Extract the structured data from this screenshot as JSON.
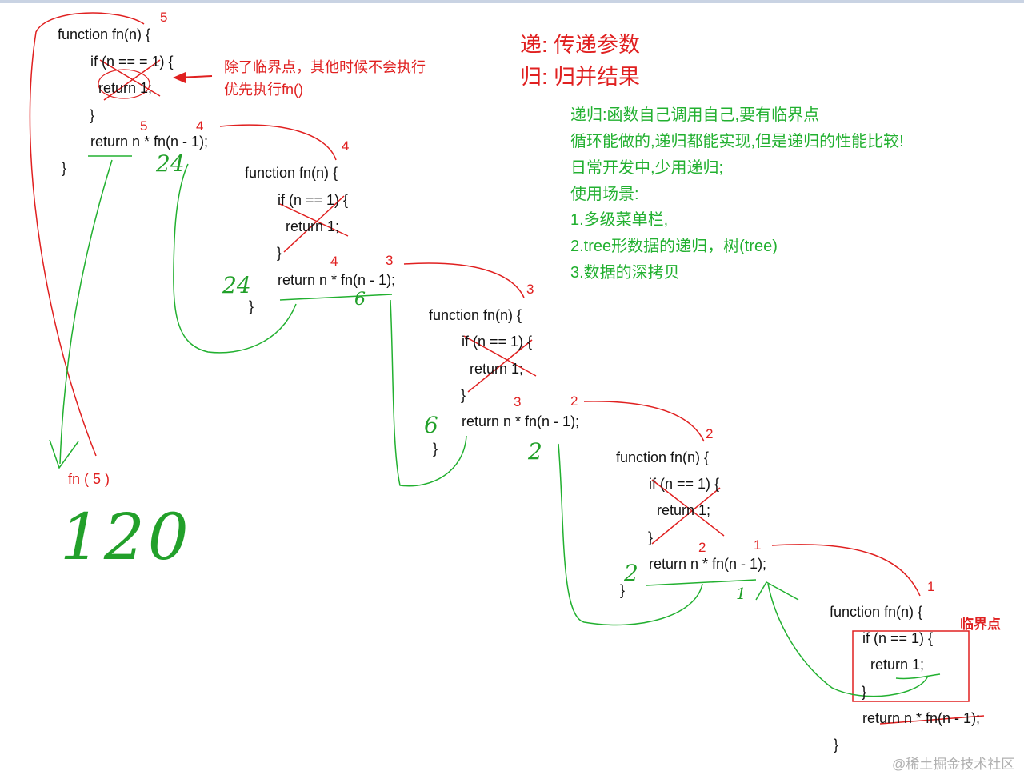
{
  "blocks": [
    {
      "fn": "function fn(n) {",
      "cond": "if (n == = 1) {",
      "ret1": "return 1;",
      "close1": "}",
      "rec": "return n * fn(n - 1);",
      "close2": "}"
    },
    {
      "fn": "function fn(n) {",
      "cond": "if (n == 1) {",
      "ret1": "return 1;",
      "close1": "}",
      "rec": "return n * fn(n - 1);",
      "close2": "}"
    },
    {
      "fn": "function fn(n) {",
      "cond": "if (n == 1) {",
      "ret1": "return 1;",
      "close1": "}",
      "rec": "return n * fn(n - 1);",
      "close2": "}"
    },
    {
      "fn": "function fn(n) {",
      "cond": "if (n == 1) {",
      "ret1": "return 1;",
      "close1": "}",
      "rec": "return n * fn(n - 1);",
      "close2": "}"
    },
    {
      "fn": "function fn(n) {",
      "cond": "if (n == 1) {",
      "ret1": "return 1;",
      "close1": "}",
      "rec": "return n * fn(n - 1);",
      "close2": "}"
    }
  ],
  "annotations": {
    "critical_note_line1": "除了临界点，其他时候不会执行",
    "critical_note_line2": "优先执行fn()",
    "di": "递: 传递参数",
    "gui": "归: 归并结果",
    "critical_label": "临界点",
    "call": "fn ( 5 )",
    "result": "120"
  },
  "notes": [
    "递归:函数自己调用自己,要有临界点",
    "循环能做的,递归都能实现,但是递归的性能比较!",
    "日常开发中,少用递归;",
    "使用场景:",
    "1.多级菜单栏,",
    "2.tree形数据的递归，树(tree)",
    "3.数据的深拷贝"
  ],
  "numbers": {
    "b1_top": "5",
    "b1_n": "5",
    "b1_arg": "4",
    "b2_top": "4",
    "b2_n": "4",
    "b2_arg": "3",
    "b3_top": "3",
    "b3_n": "3",
    "b3_arg": "2",
    "b4_top": "2",
    "b4_n": "2",
    "b4_arg": "1",
    "b5_top": "1"
  },
  "handwritten": {
    "r1": "24",
    "r2": "24",
    "r3": "6",
    "r4": "6",
    "r5": "2",
    "r6": "2",
    "r7": "1"
  },
  "watermark": "@稀土掘金技术社区",
  "colors": {
    "red": "#e02020",
    "green": "#22b030"
  }
}
